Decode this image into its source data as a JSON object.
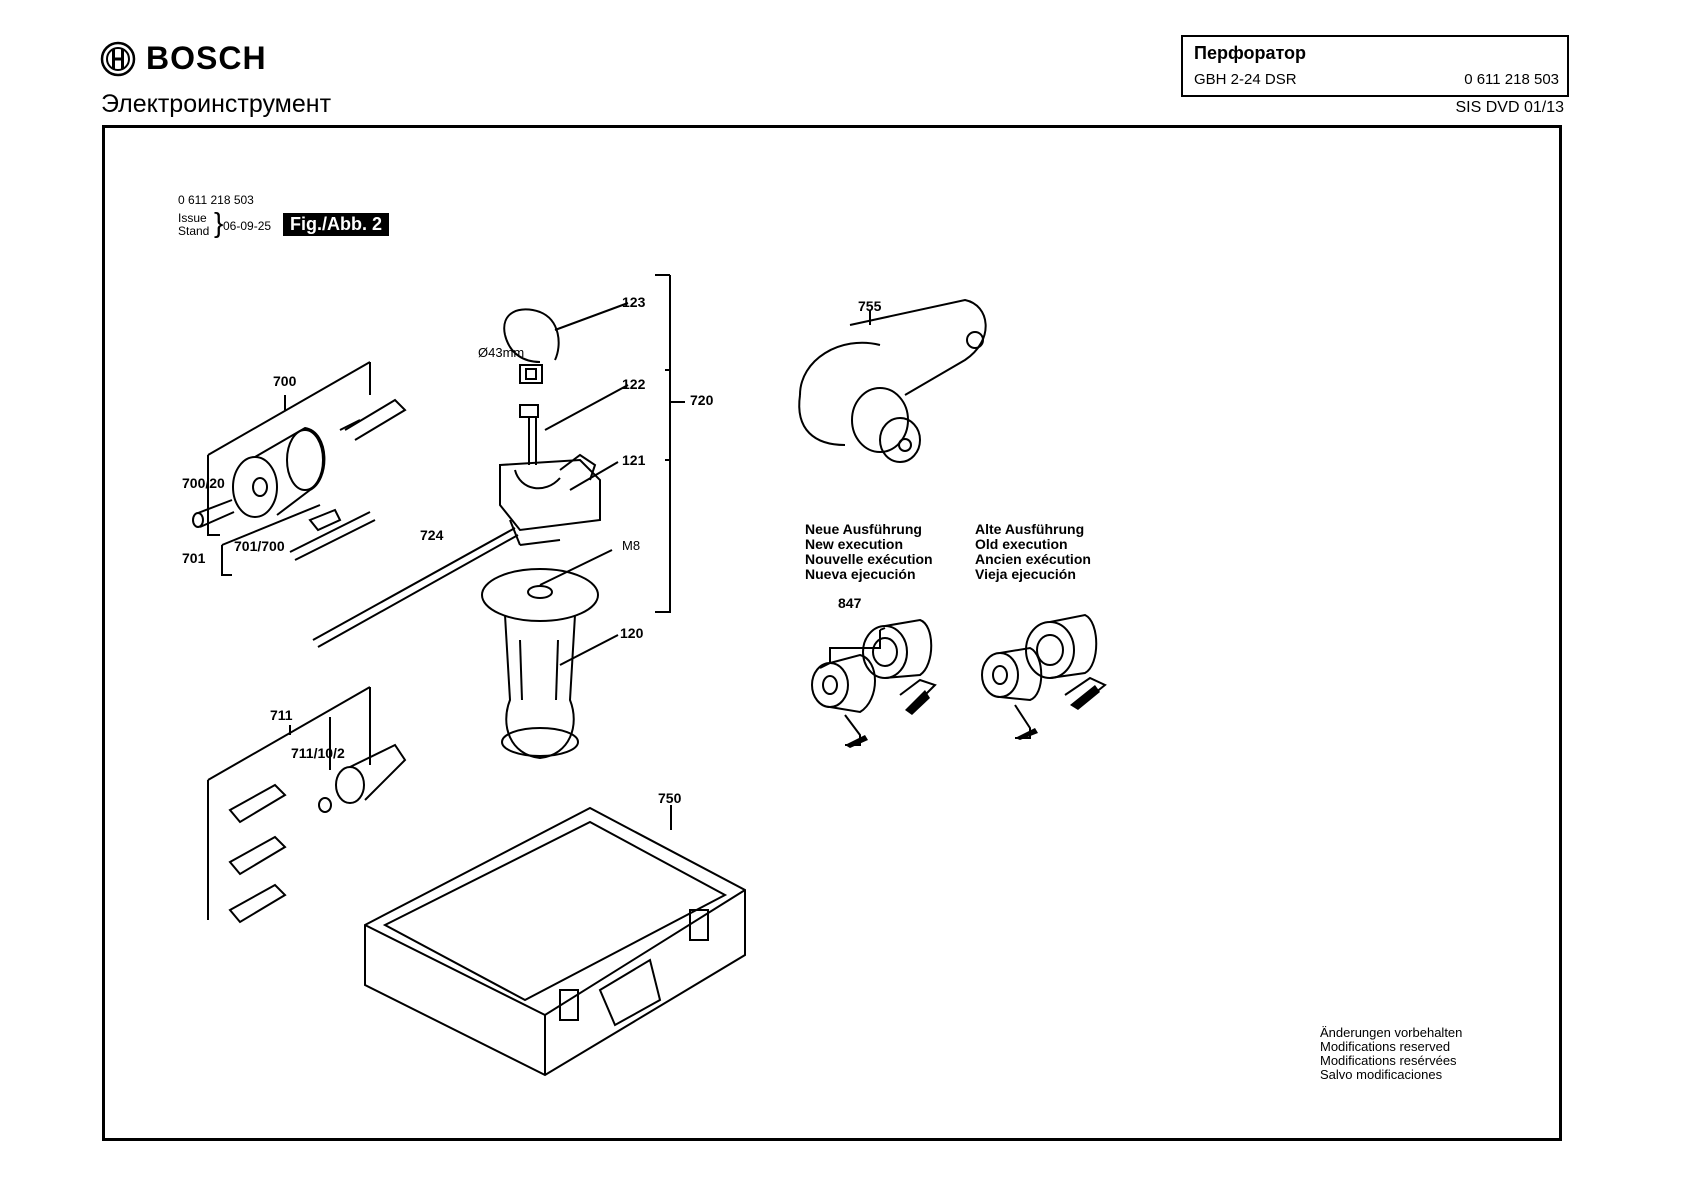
{
  "header": {
    "brand": "BOSCH",
    "subtitle": "Электроинструмент",
    "doc_title": "Перфоратор",
    "model": "GBH 2-24 DSR",
    "part_number": "0 611 218 503",
    "sis": "SIS DVD 01/13"
  },
  "meta": {
    "part_number": "0 611 218 503",
    "issue_label": "Issue",
    "stand_label": "Stand",
    "date": "06-09-25",
    "figure": "Fig./Abb. 2"
  },
  "callouts": {
    "c123": "123",
    "c122": "122",
    "c121": "121",
    "c120": "120",
    "c720": "720",
    "c700": "700",
    "c700_20": "700/20",
    "c701": "701",
    "c701_700": "701/700",
    "c724": "724",
    "cM8": "M8",
    "c711": "711",
    "c711_10_2": "711/10/2",
    "c750": "750",
    "c755": "755",
    "c847": "847",
    "diameter": "Ø43mm"
  },
  "execution": {
    "new": [
      "Neue Ausführung",
      "New execution",
      "Nouvelle exécution",
      "Nueva ejecución"
    ],
    "old": [
      "Alte Ausführung",
      "Old execution",
      "Ancien exécution",
      "Vieja ejecución"
    ]
  },
  "notice": [
    "Änderungen vorbehalten",
    "Modifications reserved",
    "Modifications resérvées",
    "Salvo modificaciones"
  ]
}
